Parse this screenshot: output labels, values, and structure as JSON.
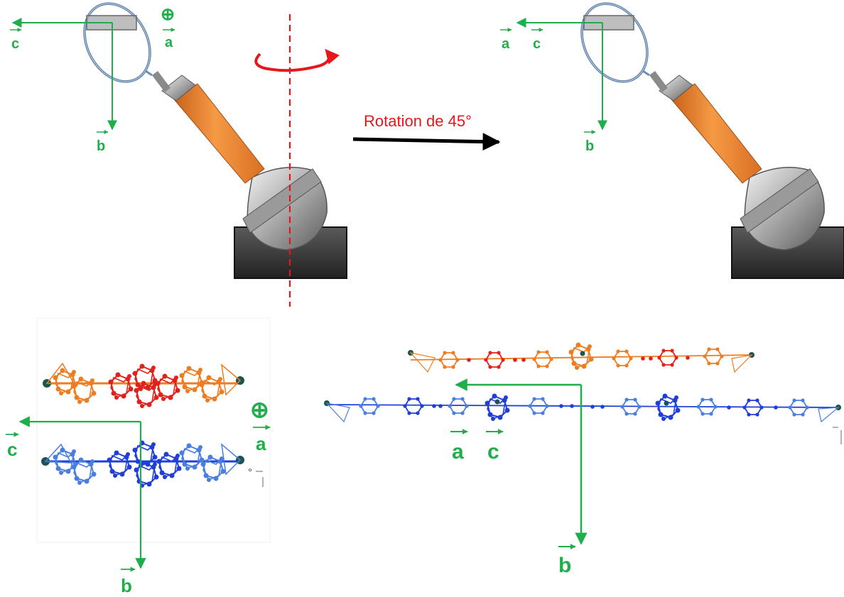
{
  "rotation_label": "Rotation de 45°",
  "axes": {
    "a": "a",
    "b": "b",
    "c": "c",
    "into_page_symbol": "⊕"
  },
  "colors": {
    "axis_green": "#1fae4b",
    "rotation_red": "#e8161b",
    "arm_orange": "#f0872e",
    "base_dark": "#333333",
    "loop_blue": "#5a7fa8",
    "chain_orange": "#ed7d22",
    "chain_red": "#e0221c",
    "chain_blue": "#1f3fd8",
    "chain_lightblue": "#4a7fe0",
    "metal_teal": "#1b5450"
  },
  "icons": {
    "into_page": "circled-plus-icon",
    "rotation": "curved-rotation-arrow-icon"
  }
}
